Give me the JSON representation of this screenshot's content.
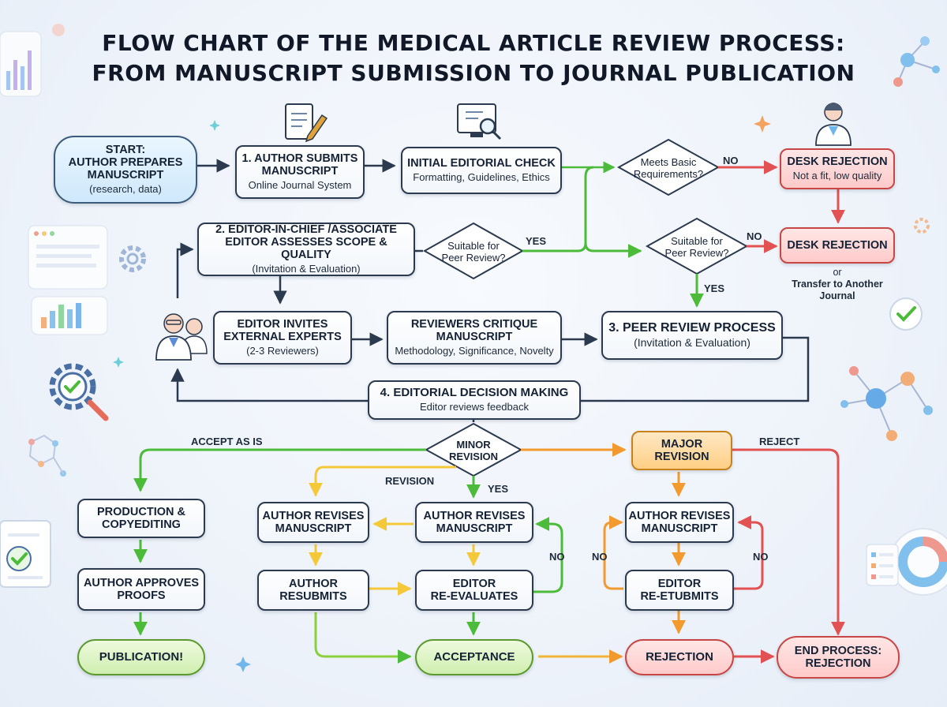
{
  "title": {
    "line1": "FLOW CHART OF THE MEDICAL ARTICLE REVIEW PROCESS:",
    "line2": "FROM MANUSCRIPT SUBMISSION TO JOURNAL PUBLICATION"
  },
  "nodes": {
    "start": {
      "line1": "START:",
      "line2": "AUTHOR PREPARES",
      "line3": "MANUSCRIPT",
      "sub": "(research, data)"
    },
    "submit": {
      "line1": "1. AUTHOR SUBMITS",
      "line2": "MANUSCRIPT",
      "sub": "Online Journal System"
    },
    "initial_check": {
      "title": "INITIAL EDITORIAL CHECK",
      "sub": "Formatting, Guidelines, Ethics"
    },
    "desk_rejection_1": {
      "title": "DESK REJECTION",
      "sub": "Not a fit, low quality"
    },
    "assess": {
      "line1": "2. EDITOR-IN-CHIEF /ASSOCIATE",
      "line2": "EDITOR ASSESSES SCOPE & QUALITY",
      "sub": "(Invitation & Evaluation)"
    },
    "desk_rejection_2": {
      "title": "DESK REJECTION"
    },
    "invite": {
      "line1": "EDITOR INVITES",
      "line2": "EXTERNAL EXPERTS",
      "sub": "(2-3 Reviewers)"
    },
    "critique": {
      "line1": "REVIEWERS CRITIQUE",
      "line2": "MANUSCRIPT",
      "sub": "Methodology, Significance, Novelty"
    },
    "peer_review": {
      "title": "3. PEER REVIEW PROCESS",
      "sub": "(Invitation & Evaluation)"
    },
    "decision": {
      "title": "4. EDITORIAL DECISION MAKING",
      "sub": "Editor reviews feedback"
    },
    "major": {
      "line1": "MAJOR",
      "line2": "REVISION"
    },
    "production": {
      "line1": "PRODUCTION &",
      "line2": "COPYEDITING"
    },
    "approves": {
      "line1": "AUTHOR APPROVES",
      "line2": "PROOFS"
    },
    "publication": {
      "title": "PUBLICATION!"
    },
    "revises_a": {
      "line1": "AUTHOR REVISES",
      "line2": "MANUSCRIPT"
    },
    "revises_b": {
      "line1": "AUTHOR REVISES",
      "line2": "MANUSCRIPT"
    },
    "resubmits": {
      "line1": "AUTHOR",
      "line2": "RESUBMITS"
    },
    "reevaluates": {
      "line1": "EDITOR",
      "line2": "RE-EVALUATES"
    },
    "acceptance": {
      "title": "ACCEPTANCE"
    },
    "revises_c": {
      "line1": "AUTHOR REVISES",
      "line2": "MANUSCRIPT"
    },
    "retubmits": {
      "line1": "EDITOR",
      "line2": "RE-ETUBMITS"
    },
    "rejection": {
      "title": "REJECTION"
    },
    "end": {
      "line1": "END PROCESS:",
      "line2": "REJECTION"
    }
  },
  "decisions": {
    "meets": {
      "line1": "Meets Basic",
      "line2": "Requirements?"
    },
    "suitable_a": {
      "line1": "Suitable for",
      "line2": "Peer Review?"
    },
    "suitable_b": {
      "line1": "Suitable for",
      "line2": "Peer Review?"
    },
    "minor": {
      "line1": "MINOR",
      "line2": "REVISION"
    }
  },
  "labels": {
    "no_meets": "NO",
    "no_suitable": "NO",
    "yes_suitable_a": "YES",
    "yes_suitable_b": "YES",
    "accept_as_is": "ACCEPT AS IS",
    "revision": "REVISION",
    "yes_minor": "YES",
    "reject": "REJECT",
    "no_left_loop": "NO",
    "no_mid_loop": "NO",
    "no_right_loop": "NO"
  },
  "notes": {
    "or": "or",
    "transfer_line1": "Transfer to Another",
    "transfer_line2": "Journal"
  },
  "colors": {
    "arrow_dark": "#2b3a4e",
    "arrow_green": "#4cbb3a",
    "arrow_red": "#e25252",
    "arrow_orange": "#f29a2e",
    "arrow_yellow": "#f3c93a"
  },
  "icons": [
    "document-pencil-icon",
    "monitor-magnifier-icon",
    "doctor-icon",
    "editors-icon",
    "gear-icon",
    "gear-check-magnifier-icon",
    "molecule-icon",
    "bar-chart-icon",
    "checkmark-circle-icon",
    "document-check-icon",
    "sparkle-icon"
  ]
}
